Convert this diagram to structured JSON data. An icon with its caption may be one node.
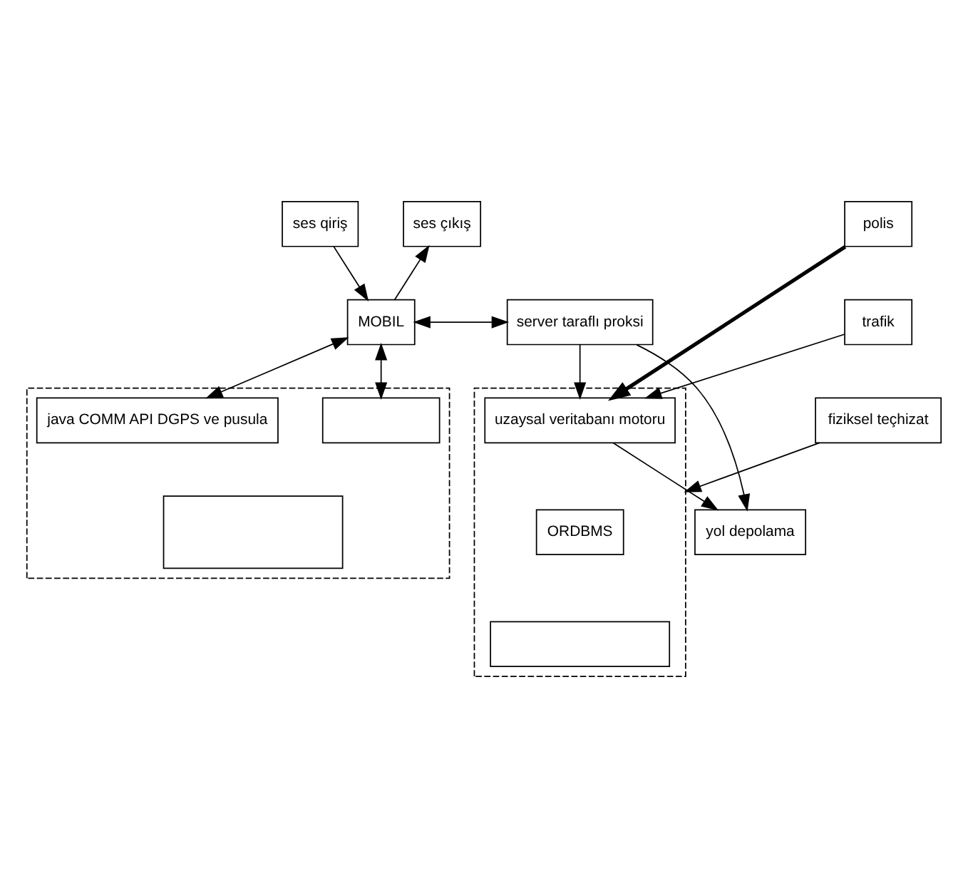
{
  "diagram": {
    "nodes": [
      {
        "text": [
          "ses qiriş"
        ]
      },
      {
        "text": [
          "ses çıkış"
        ]
      },
      {
        "text": [
          "MOBIL"
        ]
      },
      {
        "text": [
          "server taraflı proksi"
        ]
      },
      {
        "text": [
          "yol depolama"
        ]
      },
      {
        "text": [],
        "shape": "box"
      },
      {
        "text": [],
        "shape": "box",
        "in": 5
      },
      {
        "text": [
          "java COMM API DGPS ve pusula"
        ],
        "in": 5
      },
      {
        "text": [],
        "shape": "box",
        "in": 5
      },
      {
        "text": [],
        "shape": "box"
      },
      {
        "text": [
          "uzaysal veritabanı motoru"
        ],
        "in": 9
      },
      {
        "text": [
          "ORDBMS"
        ],
        "in": 9
      },
      {
        "text": [],
        "shape": "box",
        "in": 9
      },
      {
        "text": [
          "polis"
        ]
      },
      {
        "text": [
          "trafik"
        ]
      },
      {
        "text": [
          "fiziksel teçhizat"
        ]
      }
    ],
    "edges": [
      {
        "from": 0,
        "to": 2,
        "arrow": "to"
      },
      {
        "from": 2,
        "to": 1,
        "arrow": "to"
      },
      {
        "from": 2,
        "to": 3,
        "arrow": "both"
      },
      {
        "from": 2,
        "to": 6,
        "arrow": "both"
      },
      {
        "from": 2,
        "to": 7,
        "arrow": "both"
      },
      {
        "from": 3,
        "to": 10,
        "arrow": "to"
      },
      {
        "from": 3,
        "to": 4,
        "arrow": "to"
      },
      {
        "from": 10,
        "to": 4,
        "arrow": "to"
      },
      {
        "from": 13,
        "to": 10,
        "arrow": "to",
        "style": "thick"
      },
      {
        "from": 14,
        "to": 10,
        "arrow": "to"
      },
      {
        "from": 15,
        "to": 9,
        "arrow": "to"
      }
    ]
  }
}
